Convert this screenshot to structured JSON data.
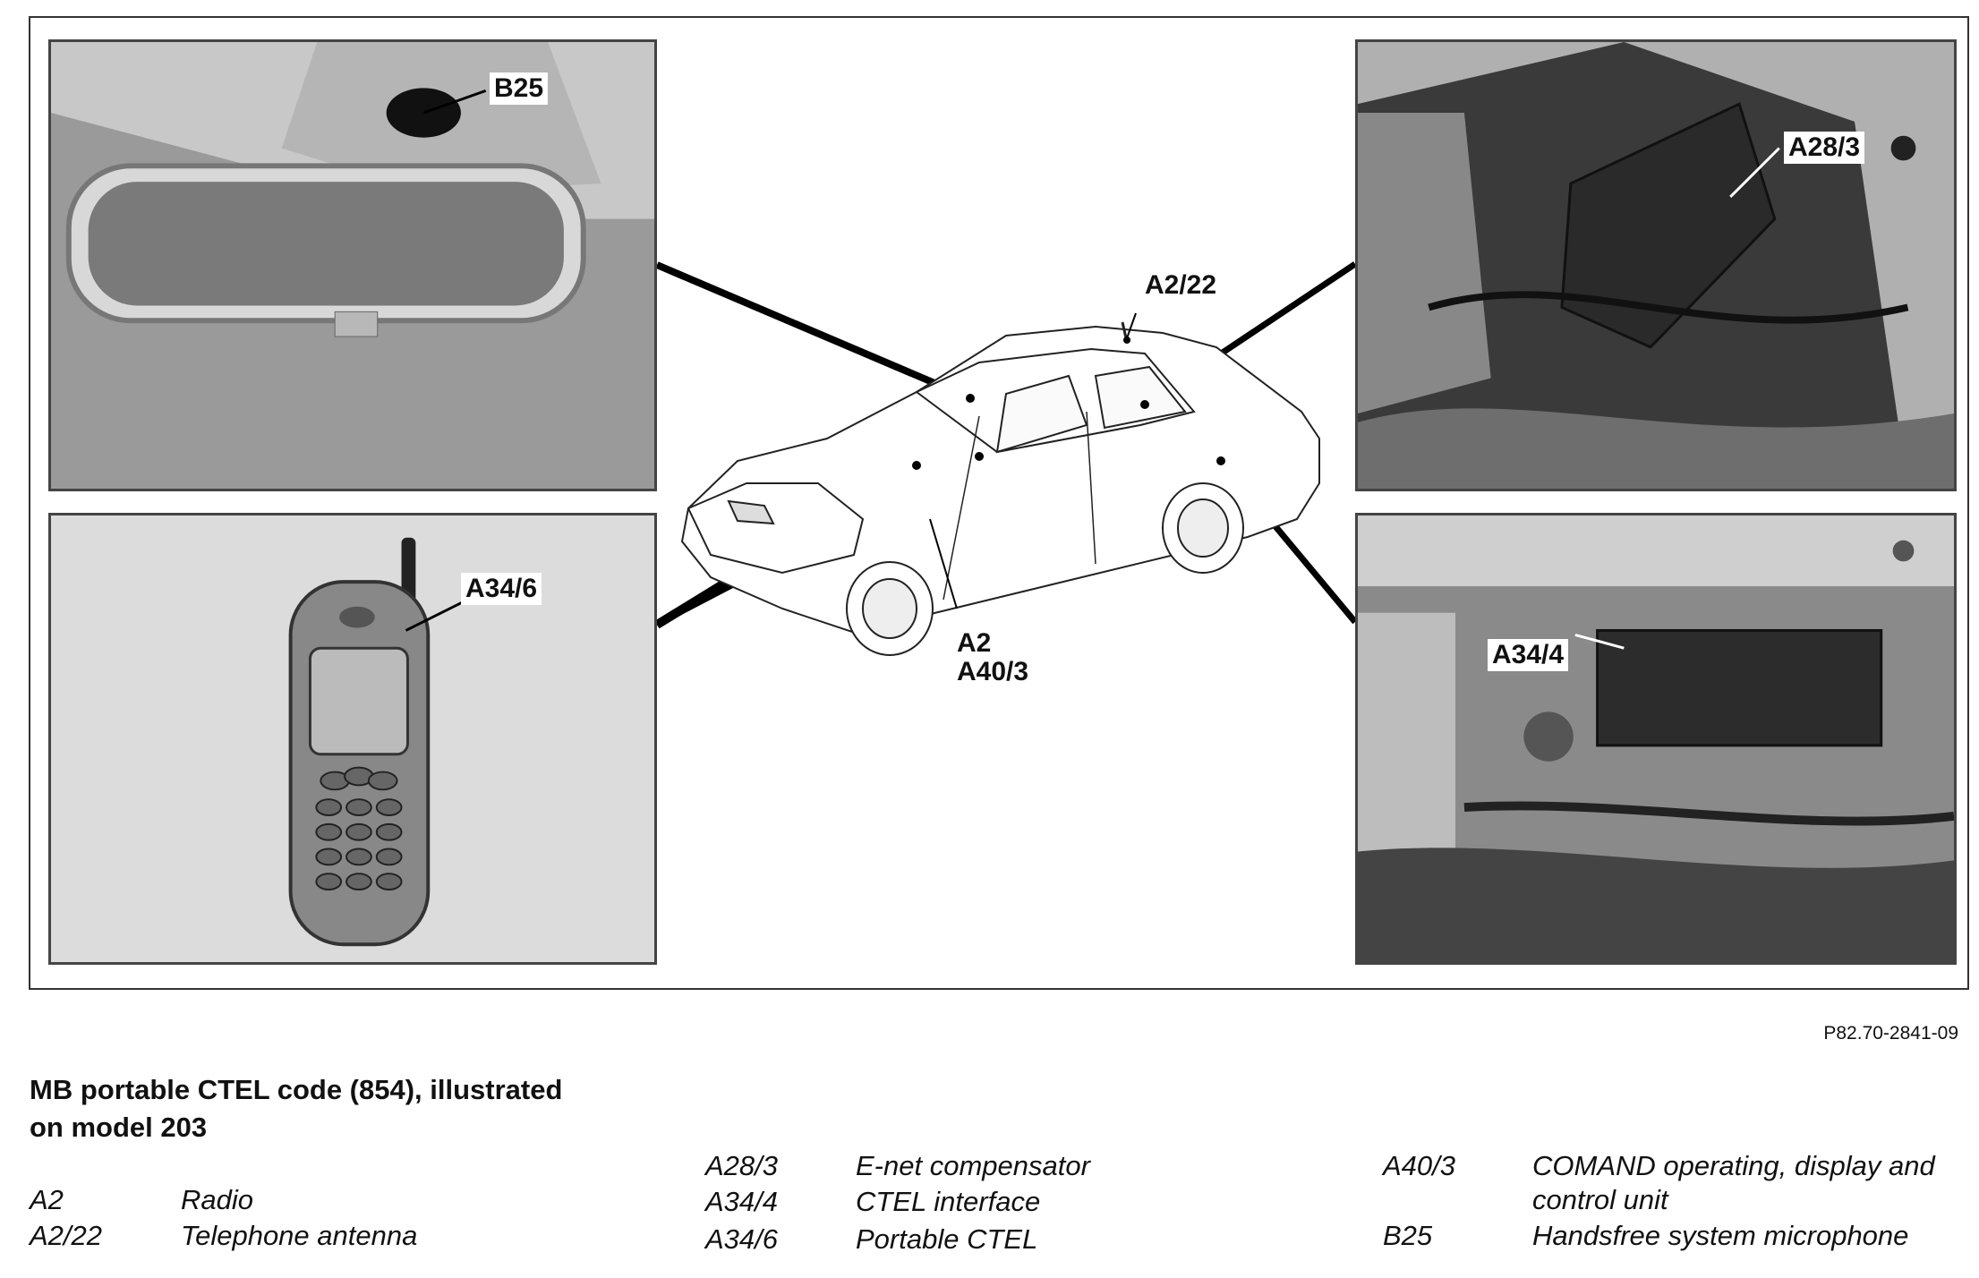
{
  "figure": {
    "panels": {
      "top_left": {
        "callout": "B25",
        "subject": "rearview mirror with microphone"
      },
      "bottom_left": {
        "callout": "A34/6",
        "subject": "portable phone"
      },
      "top_right": {
        "callout": "A28/3",
        "subject": "compensator module"
      },
      "bottom_right": {
        "callout": "A34/4",
        "subject": "interface module"
      }
    },
    "car_labels": {
      "antenna": "A2/22",
      "radio_line1": "A2",
      "radio_line2": "A40/3"
    },
    "reference_code": "P82.70-2841-09"
  },
  "caption": {
    "line1": "MB portable CTEL code (854), illustrated",
    "line2": "on model 203"
  },
  "legend": [
    {
      "code": "A2",
      "description": "Radio"
    },
    {
      "code": "A2/22",
      "description": "Telephone antenna"
    },
    {
      "code": "A28/3",
      "description": "E-net compensator"
    },
    {
      "code": "A34/4",
      "description": "CTEL interface"
    },
    {
      "code": "A34/6",
      "description": "Portable CTEL"
    },
    {
      "code": "A40/3",
      "description": "COMAND operating, display and control unit"
    },
    {
      "code": "B25",
      "description": "Handsfree system microphone"
    }
  ]
}
